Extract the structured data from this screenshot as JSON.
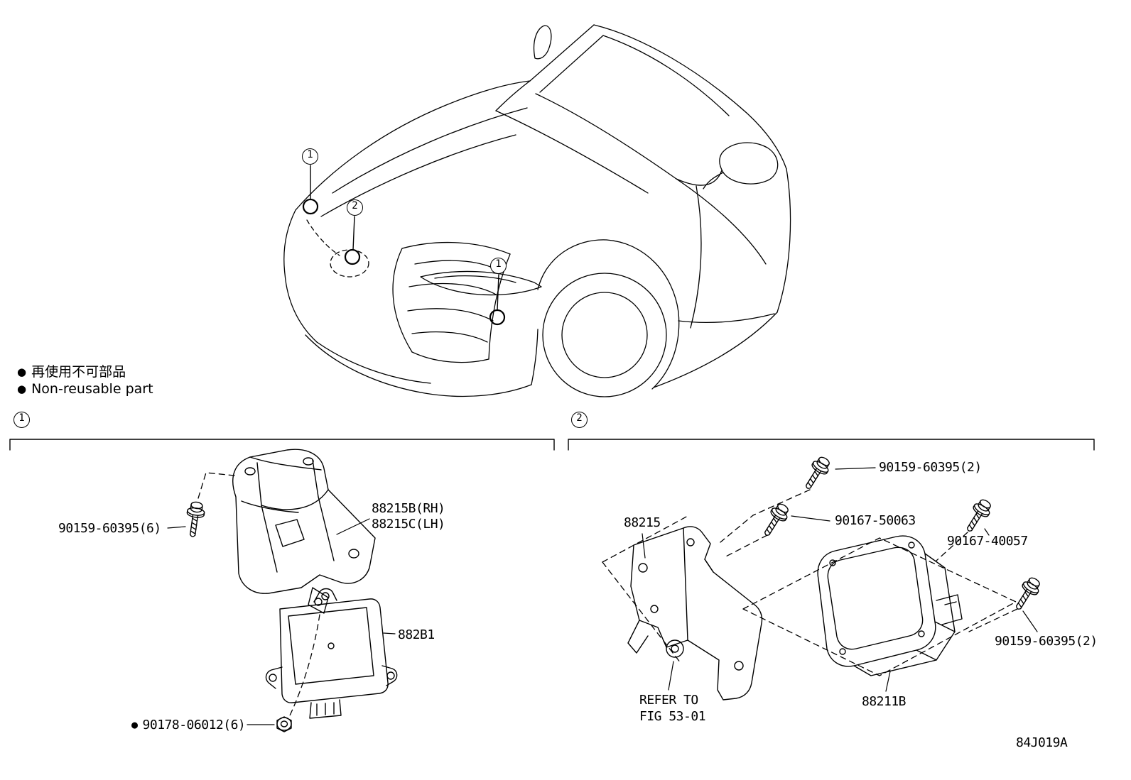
{
  "glyphs": {
    "bullet": "●"
  },
  "legend": {
    "jp": "再使用不可部品",
    "en": "Non-reusable part"
  },
  "callouts": {
    "car1a": "1",
    "car2": "2",
    "car1b": "1",
    "sec1": "1",
    "sec2": "2"
  },
  "section1": {
    "screw": "90159-60395(6)",
    "bracket_rh": "88215B(RH)",
    "bracket_lh": "88215C(LH)",
    "module": "882B1",
    "nut": "90178-06012(6)"
  },
  "section2": {
    "bracket": "88215",
    "screw_top": "90159-60395(2)",
    "screw_mid": "90167-50063",
    "screw_right": "90167-40057",
    "screw_bottom": "90159-60395(2)",
    "sensor": "88211B",
    "refer_line1": "REFER TO",
    "refer_line2": "FIG 53-01"
  },
  "footer": {
    "code": "84J019A"
  }
}
